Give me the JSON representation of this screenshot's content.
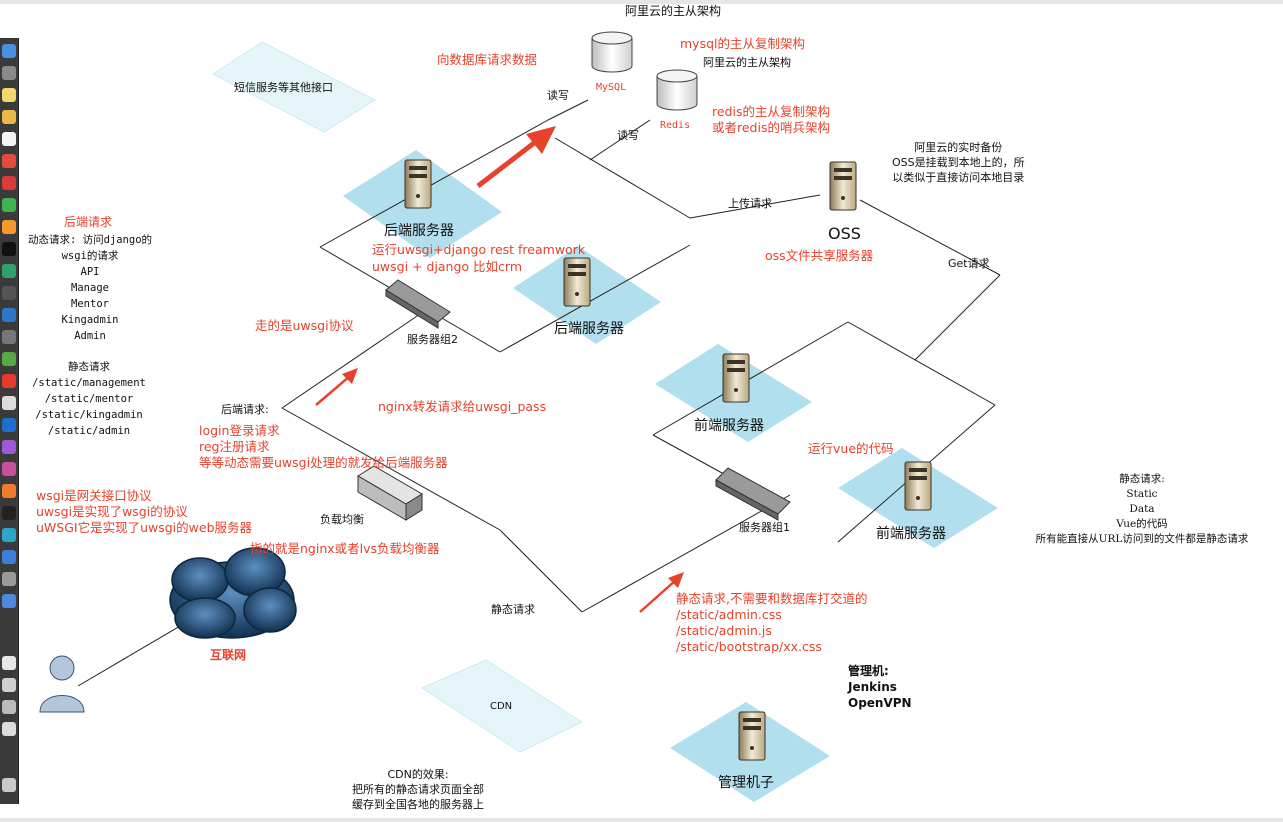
{
  "colors": {
    "diamond": "#a8dcec",
    "accent_red": "#e8412c",
    "line": "#222222",
    "cloud": "#1b4f7a"
  },
  "labels": {
    "aliyun_master_slave_top": "阿里云的主从架构",
    "db_request": "向数据库请求数据",
    "read_write_1": "读写",
    "mysql": "MySQL",
    "mysql_master_slave": "mysql的主从复制架构",
    "aliyun_master_slave_2": "阿里云的主从架构",
    "read_write_2": "读写",
    "redis": "Redis",
    "redis_arch_1": "redis的主从复制架构",
    "redis_arch_2": "或者redis的哨兵架构",
    "sms_service": "短信服务等其他接口",
    "backend_server_1": "后端服务器",
    "backend_server_2": "后端服务器",
    "uwsgi_run_1": "运行uwsgi+django rest freamwork",
    "uwsgi_run_2": "uwsgi + django 比如crm",
    "upload_request": "上传请求",
    "oss": "OSS",
    "oss_desc": "oss文件共享服务器",
    "oss_backup": [
      "阿里云的实时备份",
      "OSS是挂载到本地上的，所",
      "以类似于直接访问本地目录"
    ],
    "get_request": "Get请求",
    "server_group_2": "服务器组2",
    "uwsgi_protocol": "走的是uwsgi协议",
    "nginx_forward": "nginx转发请求给uwsgi_pass",
    "backend_request": "后端请求:",
    "login_lines": [
      "login登录请求",
      "reg注册请求",
      "等等动态需要uwsgi处理的就发给后端服务器"
    ],
    "frontend_server_1": "前端服务器",
    "frontend_server_2": "前端服务器",
    "run_vue": "运行vue的代码",
    "server_group_1": "服务器组1",
    "load_balancer": "负载均衡",
    "nginx_lvs": "指的就是nginx或者lvs负载均衡器",
    "static_request": "静态请求",
    "static_lines": [
      "静态请求,不需要和数据库打交道的",
      "/static/admin.css",
      "/static/admin.js",
      "/static/bootstrap/xx.css"
    ],
    "internet": "互联网",
    "cdn": "CDN",
    "cdn_effect": [
      "CDN的效果:",
      "把所有的静态请求页面全部",
      "缓存到全国各地的服务器上"
    ],
    "mgmt_machine": "管理机子",
    "mgmt_title": "管理机:",
    "mgmt_items": [
      "Jenkins",
      "OpenVPN"
    ],
    "left_backend_title": "后端请求",
    "left_backend_lines": [
      "动态请求: 访问django的",
      "wsgi的请求",
      "API",
      "Manage",
      "Mentor",
      "Kingadmin",
      "Admin"
    ],
    "left_static_lines": [
      "静态请求",
      "/static/management",
      "/static/mentor",
      "/static/kingadmin",
      "/static/admin"
    ],
    "wsgi_lines": [
      "wsgi是网关接口协议",
      "uwsgi是实现了wsgi的协议",
      "uWSGI它是实现了uwsgi的web服务器"
    ],
    "right_static_lines": [
      "静态请求:",
      "Static",
      "Data",
      "Vue的代码",
      "所有能直接从URL访问到的文件都是静态请求"
    ]
  }
}
